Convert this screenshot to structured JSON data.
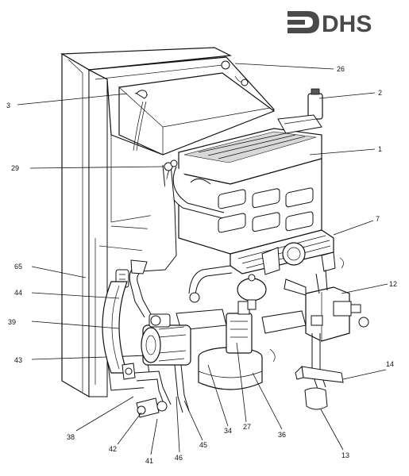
{
  "logo": {
    "text": "DHS"
  },
  "callouts": [
    {
      "id": "26",
      "text": "26"
    },
    {
      "id": "2",
      "text": "2"
    },
    {
      "id": "3",
      "text": "3"
    },
    {
      "id": "1",
      "text": "1"
    },
    {
      "id": "29",
      "text": "29"
    },
    {
      "id": "7",
      "text": "7"
    },
    {
      "id": "65",
      "text": "65"
    },
    {
      "id": "12",
      "text": "12"
    },
    {
      "id": "44",
      "text": "44"
    },
    {
      "id": "39",
      "text": "39"
    },
    {
      "id": "43",
      "text": "43"
    },
    {
      "id": "14",
      "text": "14"
    },
    {
      "id": "38",
      "text": "38"
    },
    {
      "id": "42",
      "text": "42"
    },
    {
      "id": "41",
      "text": "41"
    },
    {
      "id": "46",
      "text": "46"
    },
    {
      "id": "45",
      "text": "45"
    },
    {
      "id": "34",
      "text": "34"
    },
    {
      "id": "27",
      "text": "27"
    },
    {
      "id": "36",
      "text": "36"
    },
    {
      "id": "13",
      "text": "13"
    }
  ]
}
